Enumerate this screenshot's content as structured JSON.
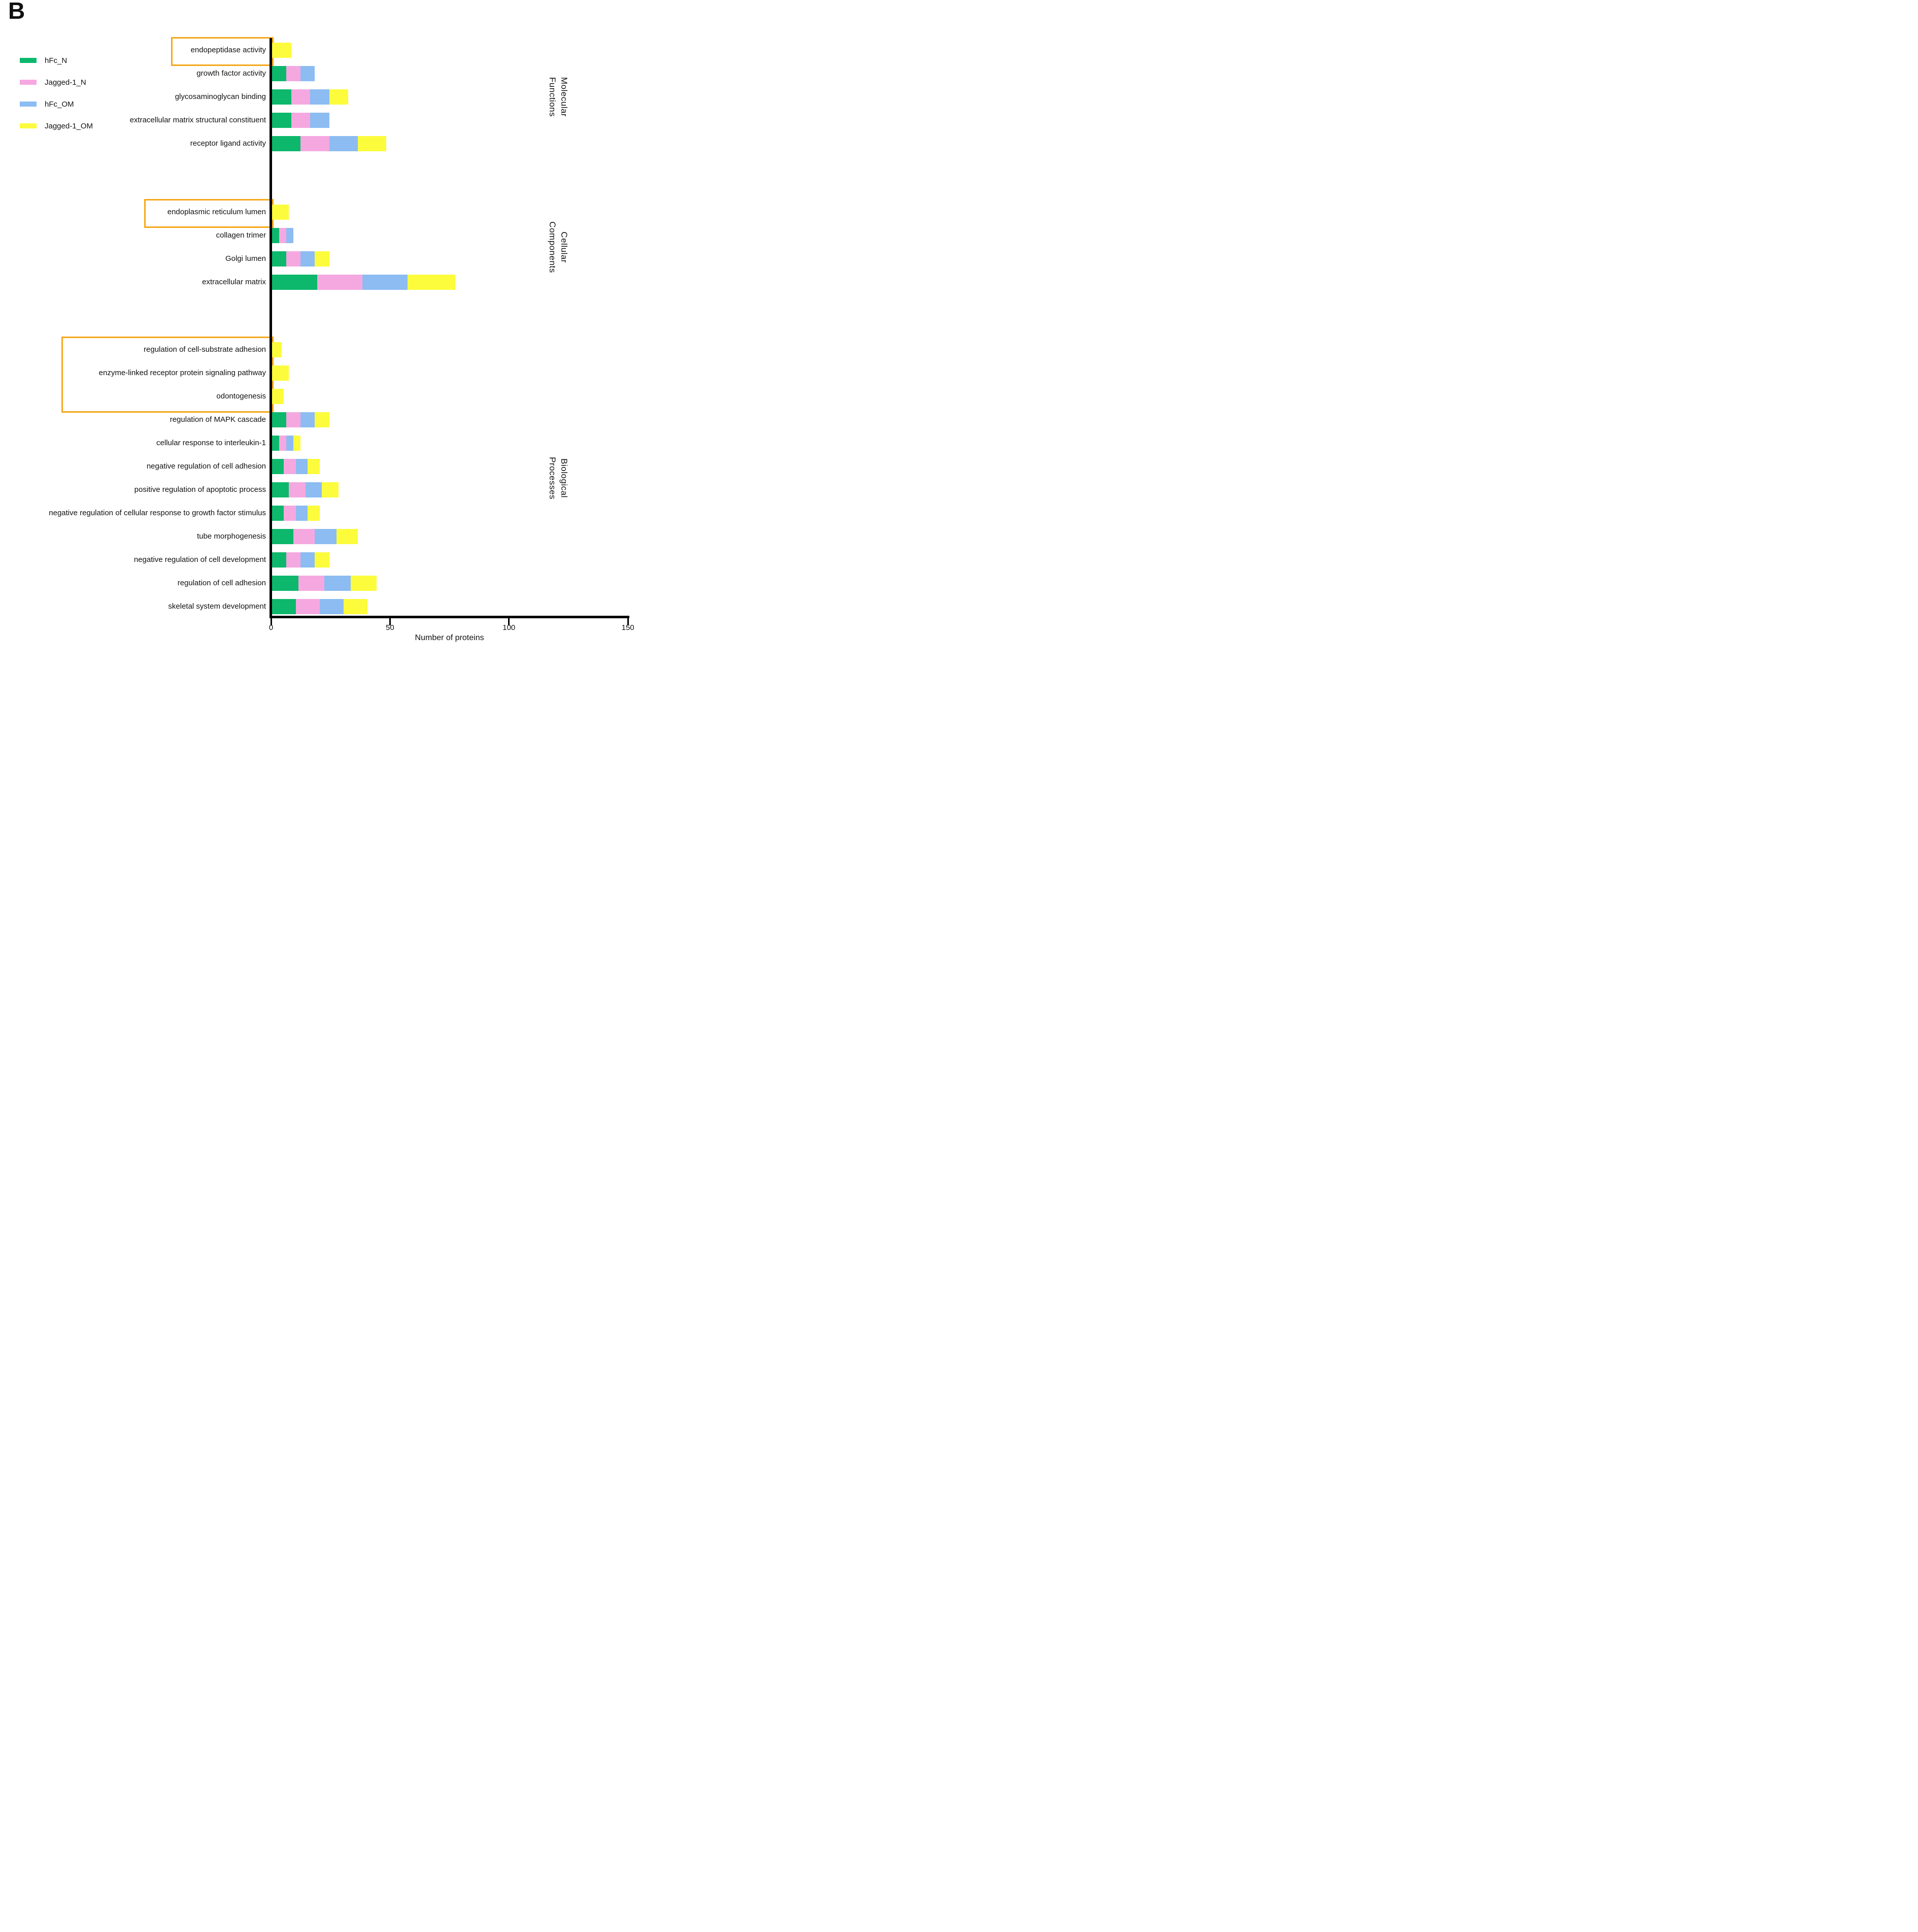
{
  "panel_label": "B",
  "colors": {
    "green": "#0DB86C",
    "pink": "#F5A8E0",
    "blue": "#8CBCF2",
    "yellow": "#FCFC3C",
    "highlight_orange": "#F5A81C",
    "axis_black": "#000000"
  },
  "legend": {
    "entries": [
      {
        "label": "hFc_N",
        "color": "green"
      },
      {
        "label": "Jagged-1_N",
        "color": "pink"
      },
      {
        "label": "hFc_OM",
        "color": "blue"
      },
      {
        "label": "Jagged-1_OM",
        "color": "yellow"
      }
    ]
  },
  "axis": {
    "title": "Number of proteins",
    "ticks": [
      "0",
      "50",
      "100",
      "150"
    ],
    "tick_values": [
      0,
      50,
      100,
      150
    ],
    "max": 150
  },
  "chart_data": {
    "type": "bar",
    "orientation": "horizontal-stacked",
    "xlabel": "Number of proteins",
    "xlim": [
      0,
      150
    ],
    "series_names": [
      "hFc_N",
      "Jagged-1_N",
      "hFc_OM",
      "Jagged-1_OM"
    ],
    "sections": [
      {
        "name": "Molecular Functions",
        "label_lines": [
          "Molecular",
          "Functions"
        ],
        "rows": [
          {
            "label": "endopeptidase activity",
            "values": [
              0,
              0,
              0,
              8
            ],
            "highlighted": true
          },
          {
            "label": "growth factor activity",
            "values": [
              6,
              6,
              6,
              0
            ],
            "highlighted": false
          },
          {
            "label": "glycosaminoglycan binding",
            "values": [
              8,
              8,
              8,
              8
            ],
            "highlighted": false
          },
          {
            "label": "extracellular matrix structural constituent",
            "values": [
              8,
              8,
              8,
              0
            ],
            "highlighted": false
          },
          {
            "label": "receptor ligand activity",
            "values": [
              12,
              12,
              12,
              12
            ],
            "highlighted": false
          }
        ]
      },
      {
        "name": "Cellular Components",
        "label_lines": [
          "Cellular",
          "Components"
        ],
        "rows": [
          {
            "label": "endoplasmic reticulum lumen",
            "values": [
              0,
              0,
              0,
              7
            ],
            "highlighted": true
          },
          {
            "label": "collagen trimer",
            "values": [
              3,
              3,
              3,
              0
            ],
            "highlighted": false
          },
          {
            "label": "Golgi lumen",
            "values": [
              6,
              6,
              6,
              6
            ],
            "highlighted": false
          },
          {
            "label": "extracellular matrix",
            "values": [
              19,
              19,
              19,
              20
            ],
            "highlighted": false
          }
        ]
      },
      {
        "name": "Biological Processes",
        "label_lines": [
          "Biological",
          "Processes"
        ],
        "rows": [
          {
            "label": "regulation of cell-substrate adhesion",
            "values": [
              0,
              0,
              0,
              4
            ],
            "highlighted": true
          },
          {
            "label": "enzyme-linked receptor protein signaling pathway",
            "values": [
              0,
              0,
              0,
              7
            ],
            "highlighted": true
          },
          {
            "label": "odontogenesis",
            "values": [
              0,
              0,
              0,
              5
            ],
            "highlighted": true
          },
          {
            "label": "regulation of MAPK cascade",
            "values": [
              6,
              6,
              6,
              6
            ],
            "highlighted": false
          },
          {
            "label": "cellular response to interleukin-1",
            "values": [
              3,
              3,
              3,
              3
            ],
            "highlighted": false
          },
          {
            "label": "negative regulation of cell adhesion",
            "values": [
              5,
              5,
              5,
              5
            ],
            "highlighted": false
          },
          {
            "label": "positive regulation of apoptotic process",
            "values": [
              7,
              7,
              7,
              7
            ],
            "highlighted": false
          },
          {
            "label": "negative regulation of cellular response to growth factor stimulus",
            "values": [
              5,
              5,
              5,
              5
            ],
            "highlighted": false
          },
          {
            "label": "tube morphogenesis",
            "values": [
              9,
              9,
              9,
              9
            ],
            "highlighted": false
          },
          {
            "label": "negative regulation of cell development",
            "values": [
              6,
              6,
              6,
              6
            ],
            "highlighted": false
          },
          {
            "label": "regulation of cell adhesion",
            "values": [
              11,
              11,
              11,
              11
            ],
            "highlighted": false
          },
          {
            "label": "skeletal system development",
            "values": [
              10,
              10,
              10,
              10
            ],
            "highlighted": false
          }
        ]
      }
    ]
  }
}
